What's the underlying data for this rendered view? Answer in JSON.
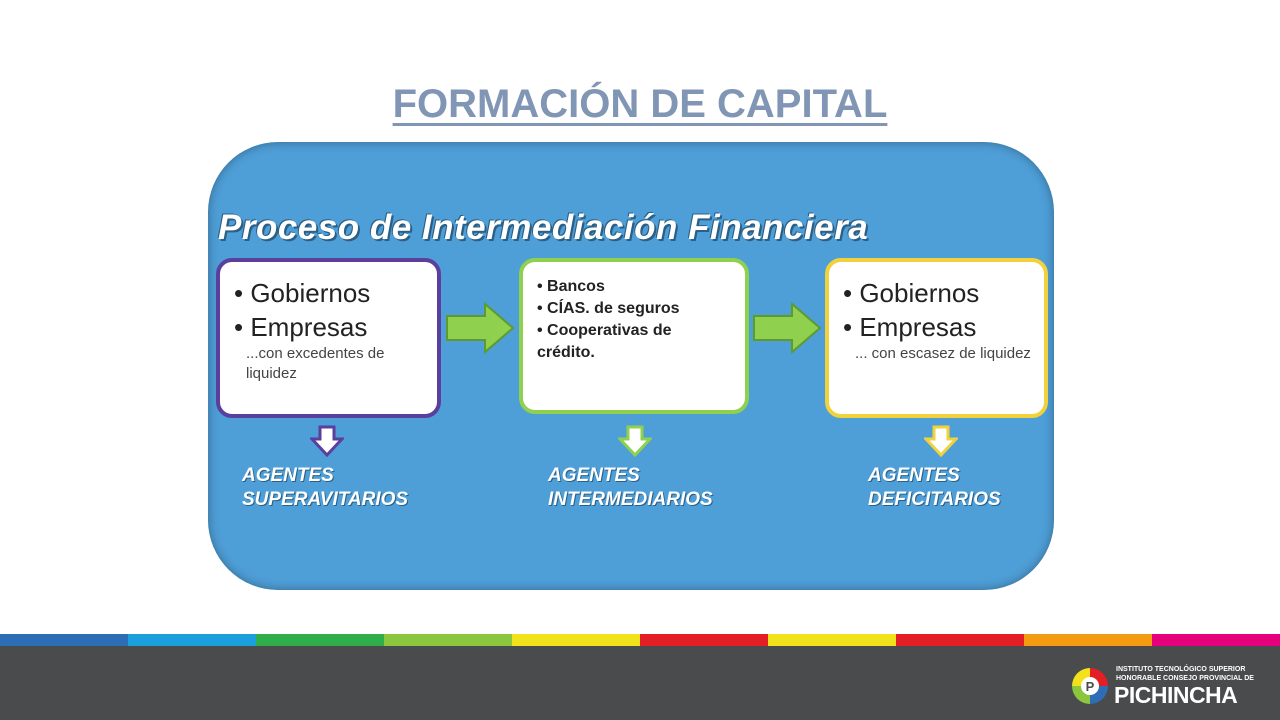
{
  "title": "FORMACIÓN DE CAPITAL",
  "diagram": {
    "heading": "Proceso de Intermediación Financiera",
    "boxes": [
      {
        "lines": [
          "Gobiernos",
          "Empresas"
        ],
        "note": "...con  excedentes de liquidez",
        "agent_line1": "AGENTES",
        "agent_line2": "SUPERAVITARIOS",
        "color": "#5a3f9c"
      },
      {
        "lines": [
          "Bancos",
          "CÍAS. de seguros",
          "Cooperativas de crédito."
        ],
        "color": "#8fd14f",
        "agent_line1": "AGENTES",
        "agent_line2": "INTERMEDIARIOS"
      },
      {
        "lines": [
          "Gobiernos",
          "Empresas"
        ],
        "note": "... con escasez de liquidez",
        "agent_line1": "AGENTES",
        "agent_line2": "DEFICITARIOS",
        "color": "#f2d23c"
      }
    ],
    "panel_color": "#4e9ed7"
  },
  "footer": {
    "stripe_colors": [
      "#2d6db5",
      "#1aa0dc",
      "#2fae4a",
      "#8cc63f",
      "#f2e21c",
      "#e31e24",
      "#f2e21c",
      "#e31e24",
      "#f39c12",
      "#e6007e"
    ],
    "logo": {
      "line1": "INSTITUTO TECNOLÓGICO SUPERIOR",
      "line2": "HONORABLE CONSEJO PROVINCIAL DE",
      "name": "PICHINCHA"
    }
  }
}
